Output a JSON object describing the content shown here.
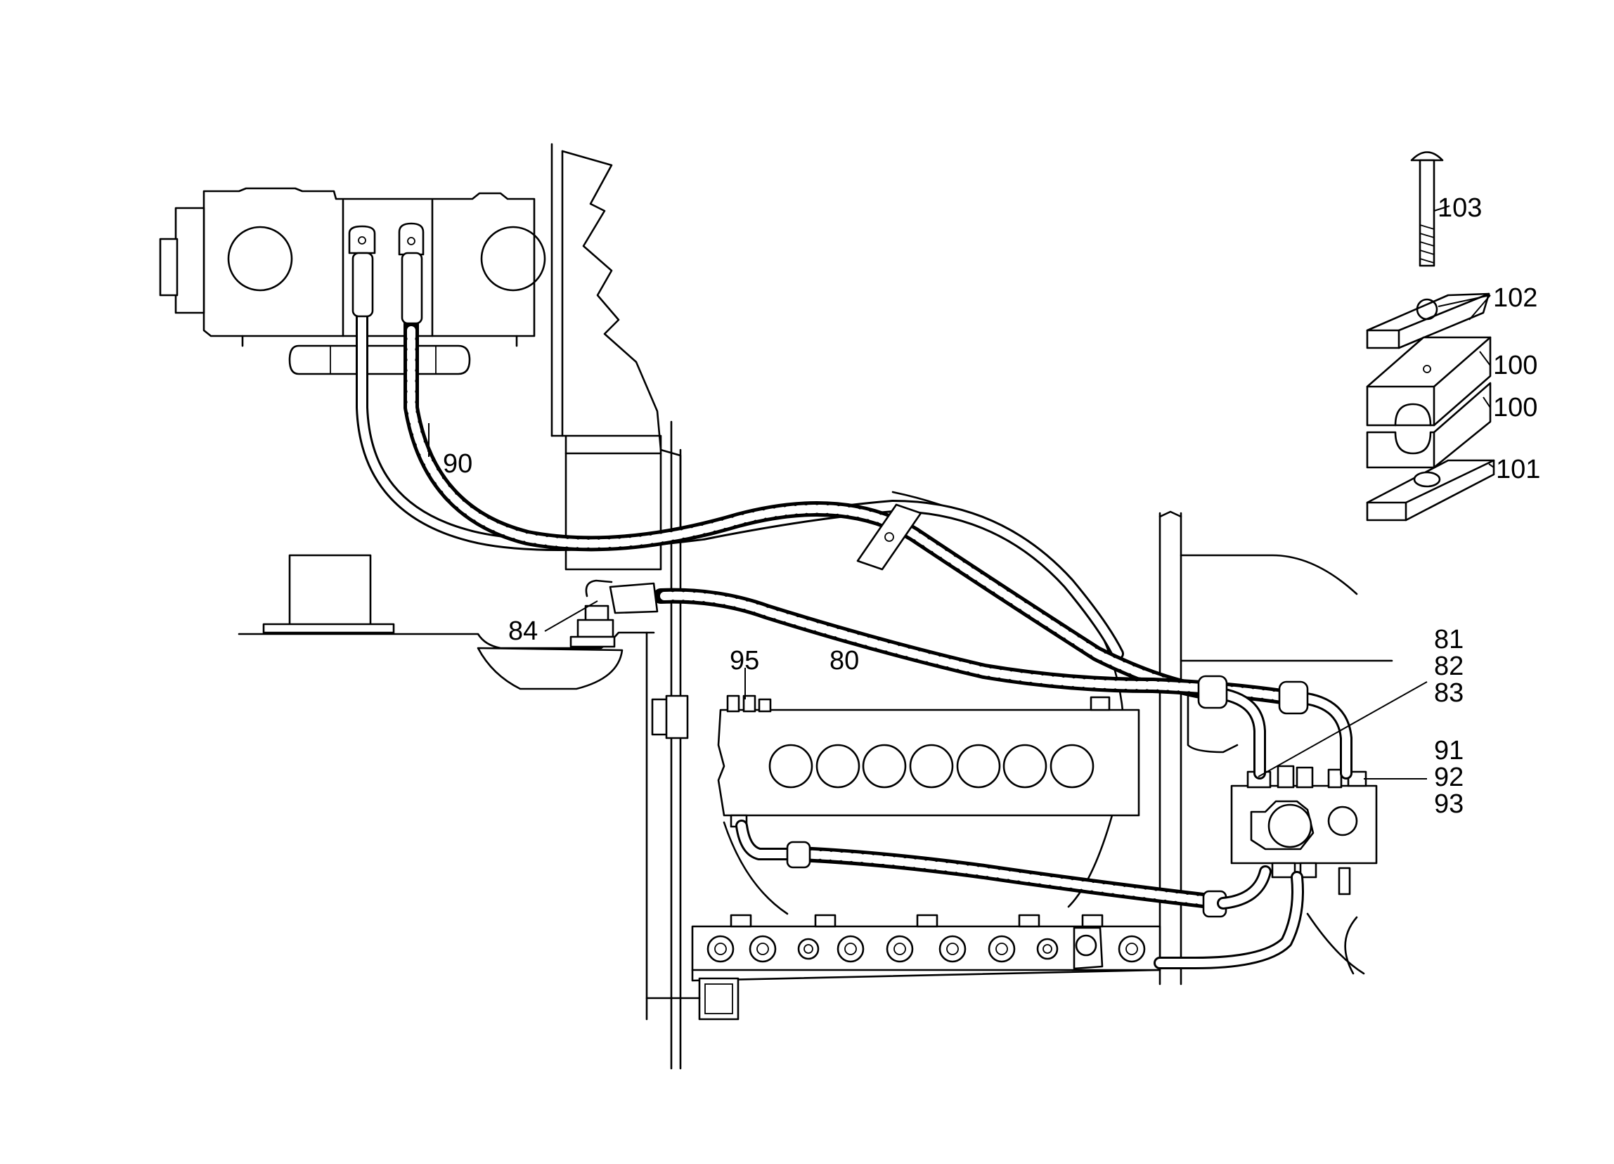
{
  "callouts": {
    "c103": "103",
    "c102": "102",
    "c100a": "100",
    "c100b": "100",
    "c101": "101",
    "c90": "90",
    "c84": "84",
    "c95": "95",
    "c80": "80",
    "c81": "81",
    "c82": "82",
    "c83": "83",
    "c91": "91",
    "c92": "92",
    "c93": "93"
  }
}
